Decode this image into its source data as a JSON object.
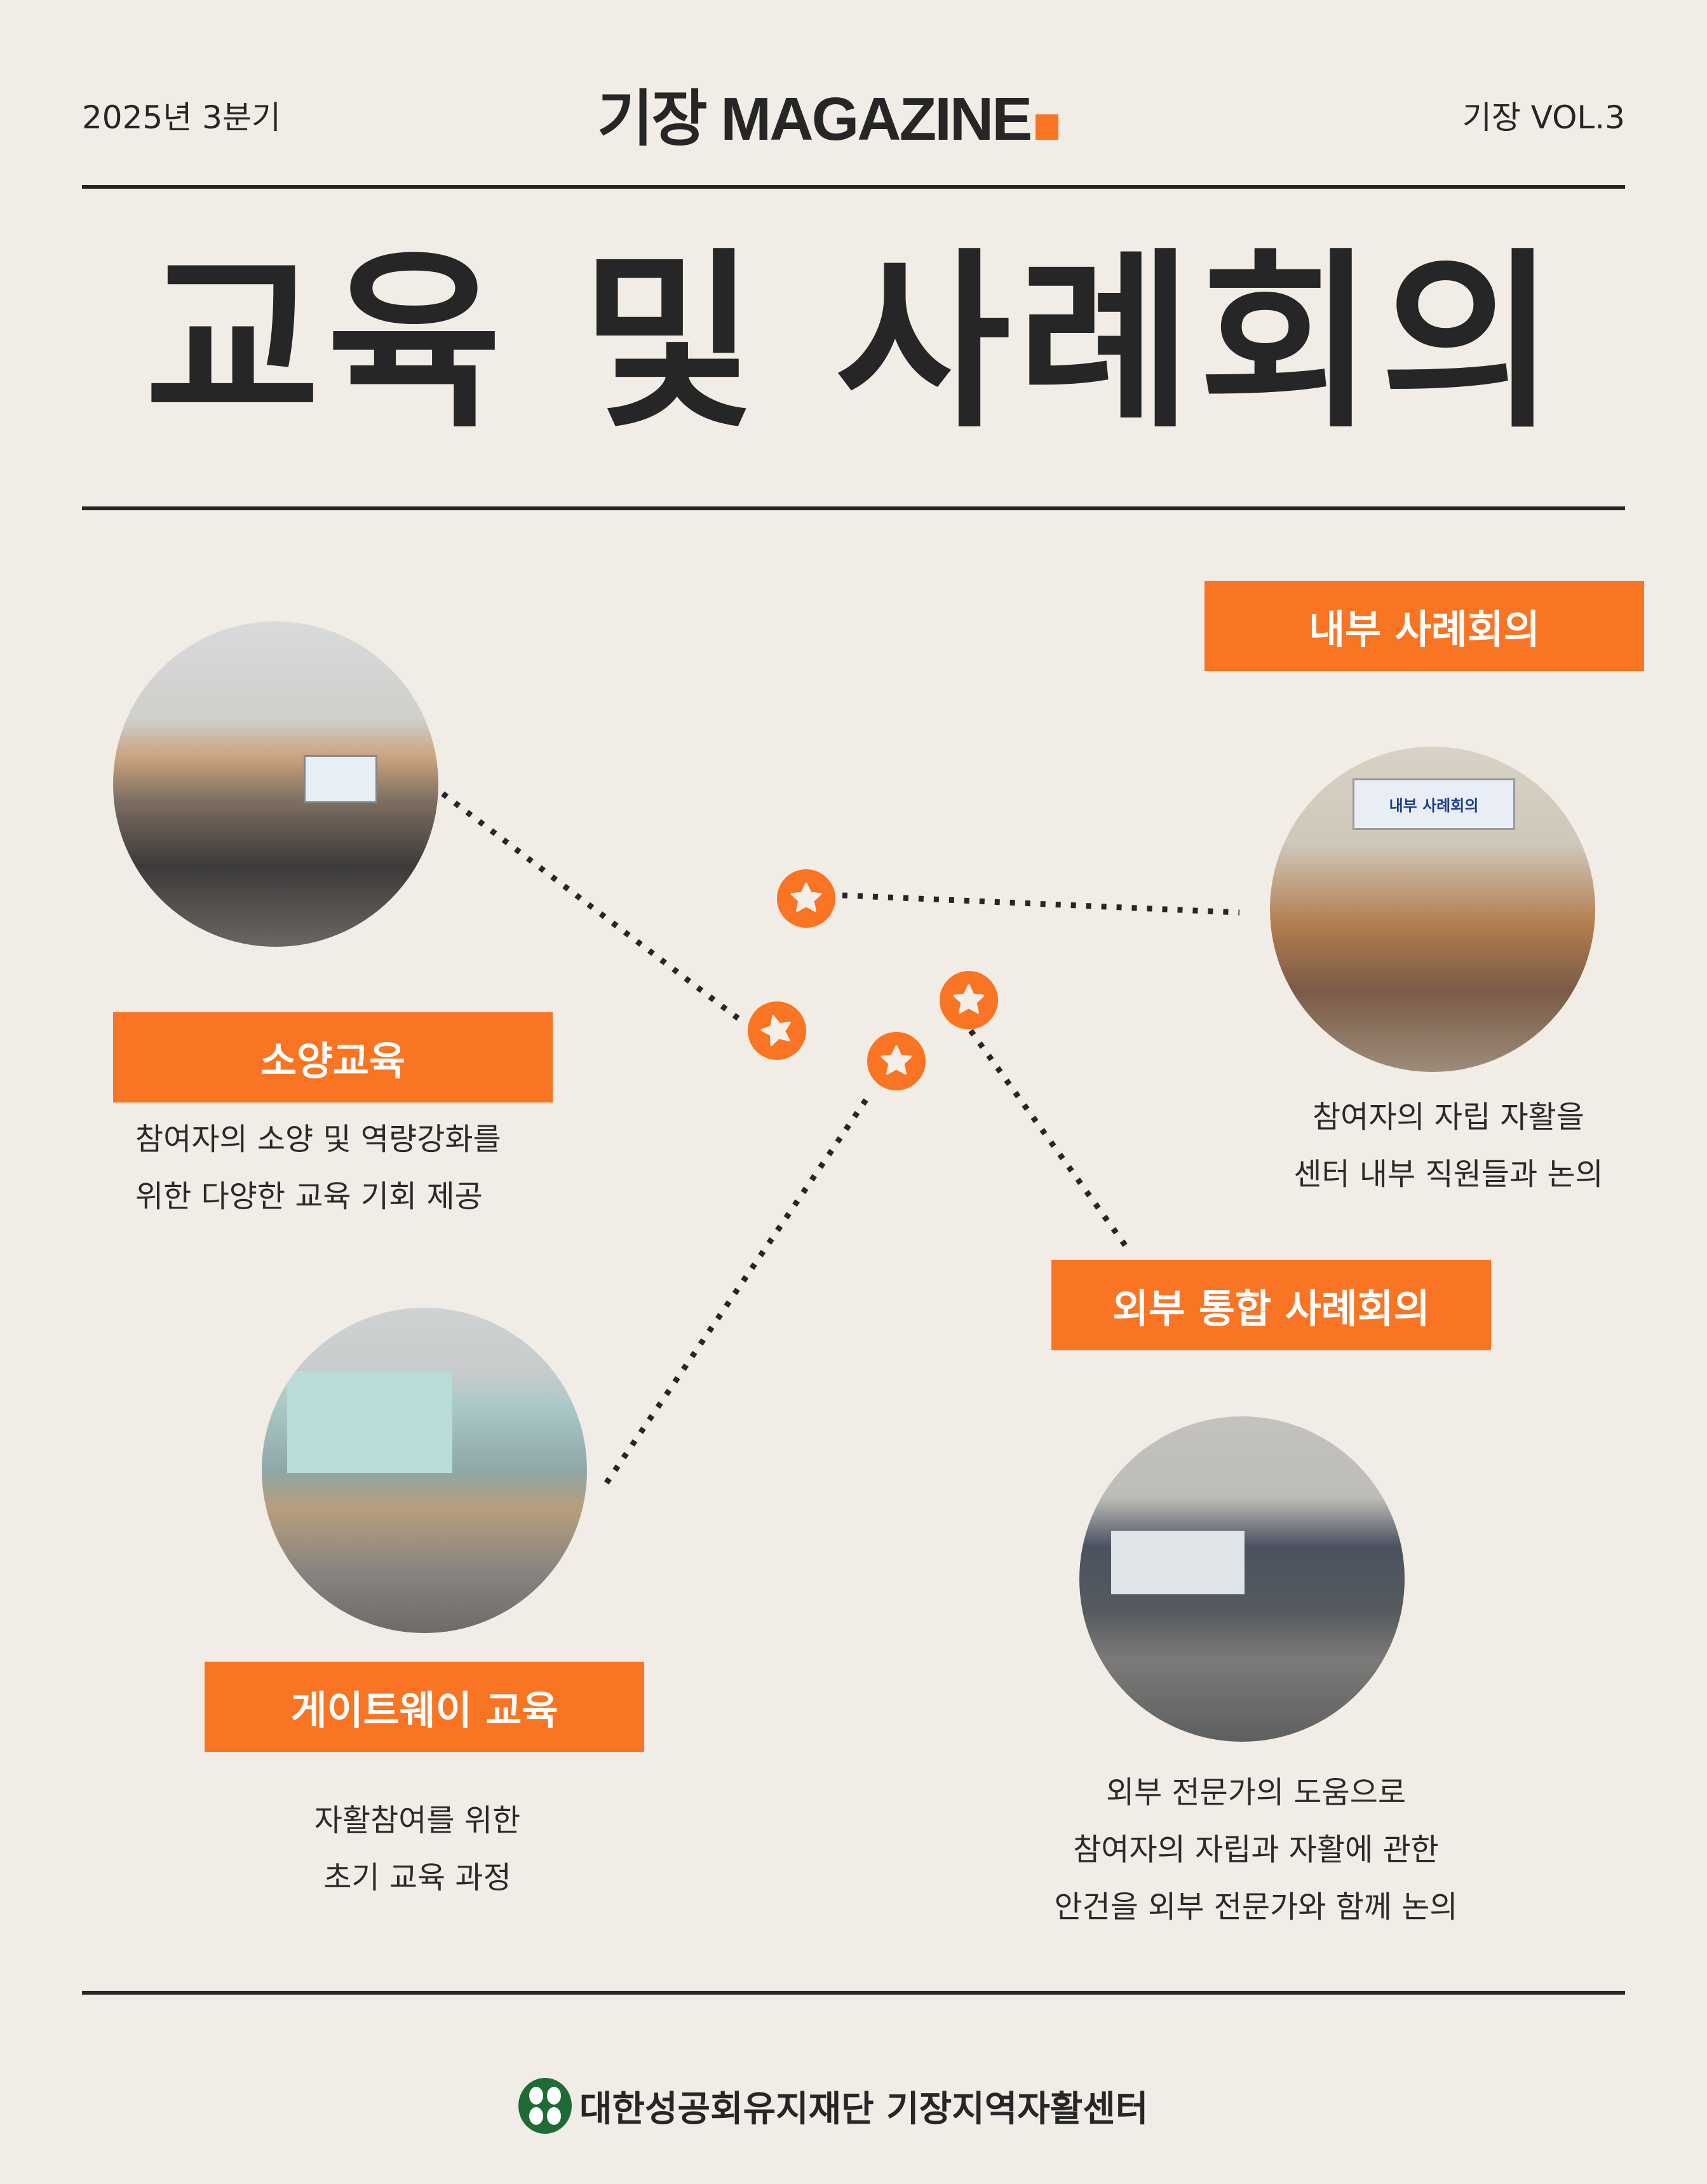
{
  "header": {
    "issue": "2025년 3분기",
    "magazine_title": "기장 MAGAZINE",
    "volume": "기장 VOL.3"
  },
  "title": "교육 및 사례회의",
  "sections": [
    {
      "label": "소양교육",
      "desc": [
        "참여자의 소양 및 역량강화를",
        "위한 다양한 교육 기회 제공"
      ]
    },
    {
      "label": "내부 사례회의",
      "desc": [
        "참여자의 자립 자활을",
        "센터 내부 직원들과 논의"
      ]
    },
    {
      "label": "외부 통합 사례회의",
      "desc": []
    },
    {
      "label": "게이트웨이 교육",
      "desc": [
        "자활참여를 위한",
        "초기 교육 과정"
      ]
    },
    {
      "label": "",
      "desc": [
        "외부 전문가의 도움으로",
        "참여자의 자립과 자활에 관한",
        "안건을 외부 전문가와 함께 논의"
      ]
    }
  ],
  "photo_texts": {
    "internal_banner": "내부 사례회의"
  },
  "footer": {
    "organization": "대한성공회유지재단 기장지역자활센터"
  },
  "colors": {
    "accent": "#f97423",
    "text": "#262626",
    "background": "#f1ece5",
    "logo_green": "#1f6b35"
  }
}
